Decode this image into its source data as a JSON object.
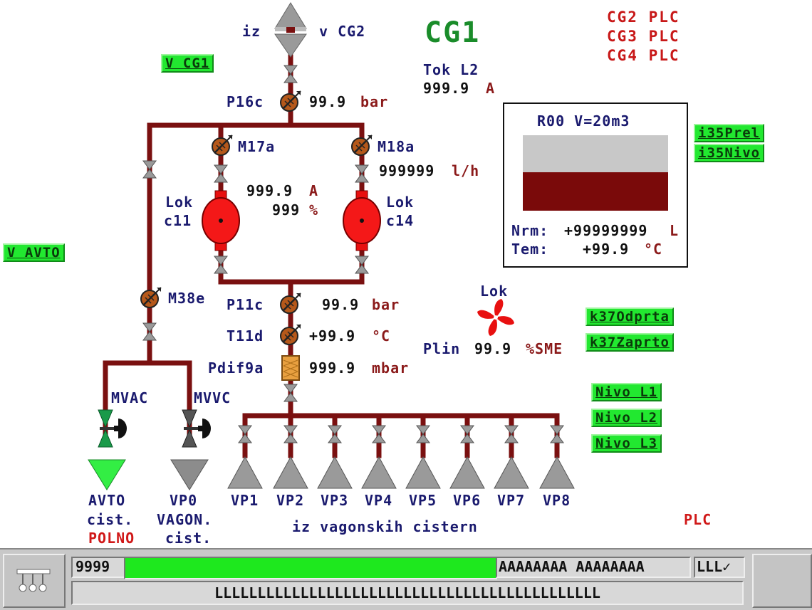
{
  "colors": {
    "pipe": "#7a1010",
    "valve": "#9a9a9a",
    "motor": "#e81010",
    "fan": "#e81010",
    "button_green": "#22e830",
    "progress": "#1ee81e",
    "tank_liquid": "#7a0a0a"
  },
  "header": {
    "title": "CG1",
    "plc_links": [
      "CG2 PLC",
      "CG3 PLC",
      "CG4 PLC"
    ],
    "top_valve": {
      "left_label": "iz",
      "right_label": "v CG2"
    },
    "tok": {
      "label": "Tok L2",
      "value": "999.9",
      "unit": "A"
    }
  },
  "nav_buttons": {
    "v_cg1": "V CG1",
    "v_avto": "V AVTO"
  },
  "sensors": {
    "p16c": {
      "label": "P16c",
      "value": "99.9",
      "unit": "bar"
    },
    "m17a": {
      "label": "M17a"
    },
    "m18a": {
      "label": "M18a",
      "value": "999999",
      "unit": "l/h"
    },
    "p11c": {
      "label": "P11c",
      "value": "99.9",
      "unit": "bar"
    },
    "t11d": {
      "label": "T11d",
      "value": "+99.9",
      "unit": "°C"
    },
    "pdif9a": {
      "label": "Pdif9a",
      "value": "999.9",
      "unit": "mbar"
    },
    "m38e": {
      "label": "M38e"
    }
  },
  "pumps": {
    "lok_c11": {
      "line1": "Lok",
      "line2": "c11"
    },
    "lok_c14": {
      "line1": "Lok",
      "line2": "c14"
    },
    "current": {
      "value": "999.9",
      "unit": "A"
    },
    "percent": {
      "value": "999",
      "unit": "%"
    }
  },
  "fan": {
    "label": "Lok",
    "plin_label": "Plin",
    "plin_value": "99.9",
    "plin_unit": "%SME"
  },
  "tank": {
    "title": "R00 V=20m3",
    "level_percent": 50,
    "nrm_label": "Nrm:",
    "nrm_value": "+99999999",
    "nrm_unit": "L",
    "tem_label": "Tem:",
    "tem_value": "+99.9",
    "tem_unit": "°C"
  },
  "side_buttons": {
    "i35prel": "i35Prel",
    "i35nivo": "i35Nivo",
    "k37odprta": "k37Odprta",
    "k37zaprto": "k37Zaprto",
    "nivo_l1": "Nivo L1",
    "nivo_l2": "Nivo L2",
    "nivo_l3": "Nivo L3"
  },
  "outlets": {
    "mvac": "MVAC",
    "mvvc": "MVVC",
    "avto_line1": "AVTO",
    "avto_line2": "cist.",
    "avto_status": "POLNO",
    "vp0_line1": "VP0",
    "vp0_line2": "VAGON.",
    "vp0_line3": "cist.",
    "vp_labels": [
      "VP1",
      "VP2",
      "VP3",
      "VP4",
      "VP5",
      "VP6",
      "VP7",
      "VP8"
    ],
    "manifold_caption": "iz vagonskih cistern"
  },
  "plc_status": "PLC",
  "status_bar": {
    "counter": "9999",
    "progress_percent": 100,
    "message": "AAAAAAAA AAAAAAAA",
    "short_code": "LLL✓",
    "bottom_line": "LLLLLLLLLLLLLLLLLLLLLLLLLLLLLLLLLLLLLLLLLLLLL"
  }
}
